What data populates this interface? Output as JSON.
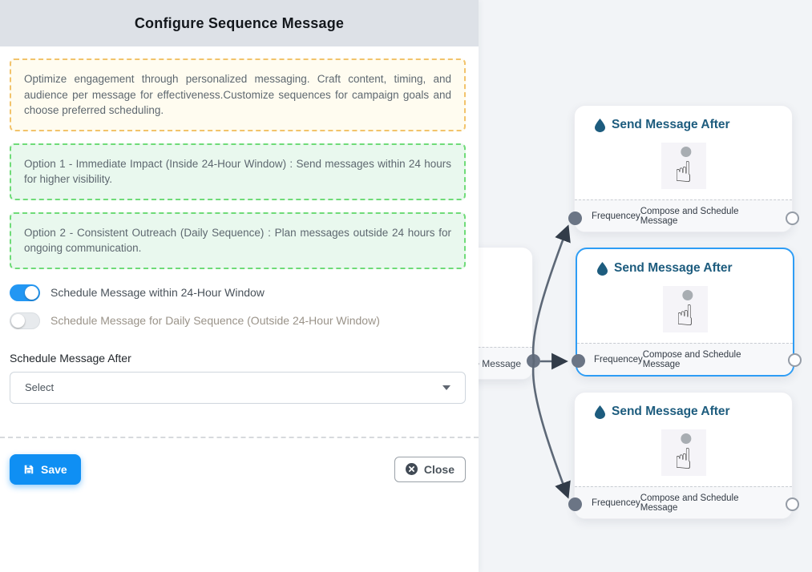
{
  "panel": {
    "title": "Configure Sequence Message",
    "notices": {
      "intro": "Optimize engagement through personalized messaging. Craft content, timing, and audience per message for effectiveness.Customize sequences for campaign goals and choose preferred scheduling.",
      "option1": "Option 1 - Immediate Impact (Inside 24-Hour Window) : Send messages within 24 hours for higher visibility.",
      "option2": "Option 2 - Consistent Outreach (Daily Sequence) : Plan messages outside 24 hours for ongoing communication."
    },
    "toggles": [
      {
        "label": "Schedule Message within 24-Hour Window",
        "on": true
      },
      {
        "label": "Schedule Message for Daily Sequence (Outside 24-Hour Window)",
        "on": false
      }
    ],
    "schedule_after": {
      "label": "Schedule Message After",
      "selected_value": "Select"
    },
    "actions": {
      "save": "Save",
      "close": "Close"
    }
  },
  "canvas": {
    "source_node": {
      "footer_label": "ce Message"
    },
    "nodes": [
      {
        "title": "Send Message After",
        "input_label": "Frequencey",
        "output_label": "Compose and Schedule Message",
        "selected": false
      },
      {
        "title": "Send Message After",
        "input_label": "Frequencey",
        "output_label": "Compose and Schedule Message",
        "selected": true
      },
      {
        "title": "Send Message After",
        "input_label": "Frequencey",
        "output_label": "Compose and Schedule Message",
        "selected": false
      }
    ],
    "colors": {
      "accent_blue": "#2397f3",
      "save_button_blue": "#0f8ff3",
      "node_title_blue": "#1d5c7e",
      "edge_gray": "#5d6877",
      "warning_border": "#f2c36b",
      "success_border": "#6fdb78",
      "header_gray": "#dde1e7",
      "canvas_gray": "#f2f4f7"
    }
  }
}
